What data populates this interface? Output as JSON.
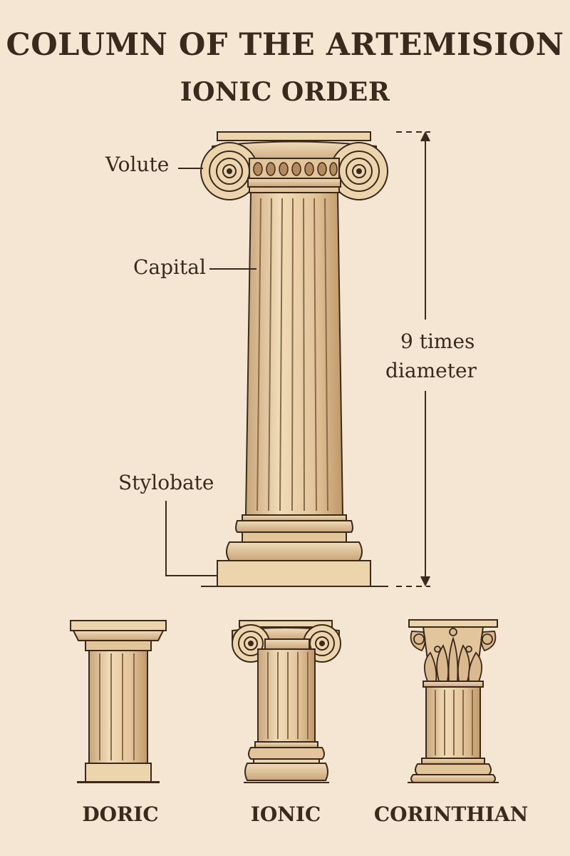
{
  "title": {
    "line1": "COLUMN OF THE ARTEMISION",
    "line2": "IONIC ORDER"
  },
  "labels": {
    "volute": "Volute",
    "capital": "Capital",
    "stylobate": "Stylobate",
    "dimension_line1": "9 times",
    "dimension_line2": "diameter"
  },
  "orders": [
    {
      "name": "DORIC"
    },
    {
      "name": "IONIC"
    },
    {
      "name": "CORINTHIAN"
    }
  ],
  "colors": {
    "background": "#f4e6d2",
    "stone": "#e8cfa8",
    "stone_shadow": "#c9a57a",
    "ink": "#3a2a1e"
  }
}
